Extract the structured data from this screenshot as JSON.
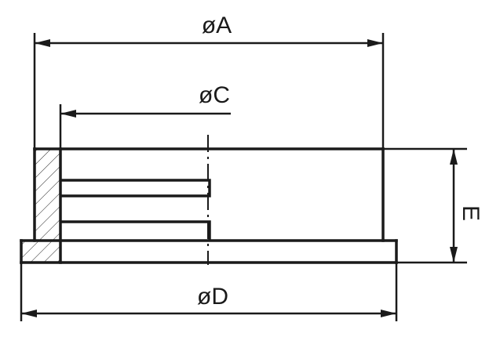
{
  "diagram": {
    "labels": {
      "dim_a": "øA",
      "dim_c": "øC",
      "dim_d": "øD",
      "dim_e": "E"
    },
    "colors": {
      "stroke": "#1a1a1a",
      "background": "#ffffff"
    }
  }
}
